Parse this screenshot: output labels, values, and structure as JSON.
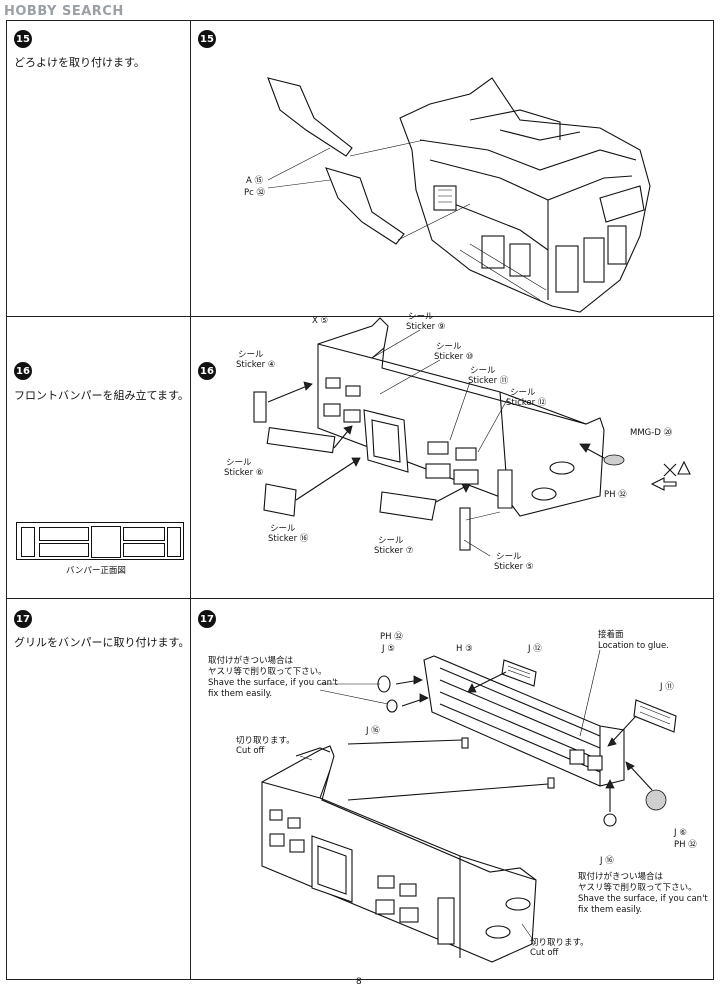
{
  "header": {
    "logo_text": "HOBBY SEARCH"
  },
  "steps": [
    {
      "number": "15",
      "instruction": "どろよけを取り付けます。"
    },
    {
      "number": "16",
      "instruction": "フロントバンパーを組み立てます。"
    },
    {
      "number": "17",
      "instruction": "グリルをバンパーに取り付けます。"
    }
  ],
  "bumper_front_caption": "バンパー正面図",
  "step15_labels": {
    "part_a": "A ⑮",
    "pc": "Pc ㉜"
  },
  "step16_labels": {
    "x5": "X ⑤",
    "s4_jp": "シール",
    "s4_en": "Sticker ④",
    "s9_jp": "シール",
    "s9_en": "Sticker ⑨",
    "s10_jp": "シール",
    "s10_en": "Sticker ⑩",
    "s11_jp": "シール",
    "s11_en": "Sticker ⑪",
    "s12_jp": "シール",
    "s12_en": "Sticker ⑫",
    "s6_jp": "シール",
    "s6_en": "Sticker ⑥",
    "s16_jp": "シール",
    "s16_en": "Sticker ⑯",
    "s7_jp": "シール",
    "s7_en": "Sticker ⑦",
    "s5_jp": "シール",
    "s5_en": "Sticker ⑤",
    "mmgd": "MMG-D ⑳",
    "ph": "PH ㉜",
    "x_mark": "X"
  },
  "step17_labels": {
    "ph_top": "PH ㉜",
    "j5": "J ⑤",
    "h3": "H ③",
    "j12": "J ⑫",
    "glue_jp": "接着面",
    "glue_en": "Location to glue.",
    "j11": "J ⑪",
    "j16a": "J ⑯",
    "j16b": "J ⑯",
    "j6": "J ⑥",
    "ph_bottom": "PH ㉜",
    "tight_jp1": "取付けがきつい場合は",
    "tight_jp2": "ヤスリ等で削り取って下さい。",
    "tight_en1": "Shave the surface, if you can't",
    "tight_en2": "fix them easily.",
    "tight2_jp1": "取付けがきつい場合は",
    "tight2_jp2": "ヤスリ等で削り取って下さい。",
    "tight2_en1": "Shave the surface, if you can't",
    "tight2_en2": "fix them easily.",
    "cut_jp": "切り取ります。",
    "cut_en": "Cut off",
    "cut2_jp": "切り取ります。",
    "cut2_en": "Cut off"
  },
  "page_number": "8"
}
